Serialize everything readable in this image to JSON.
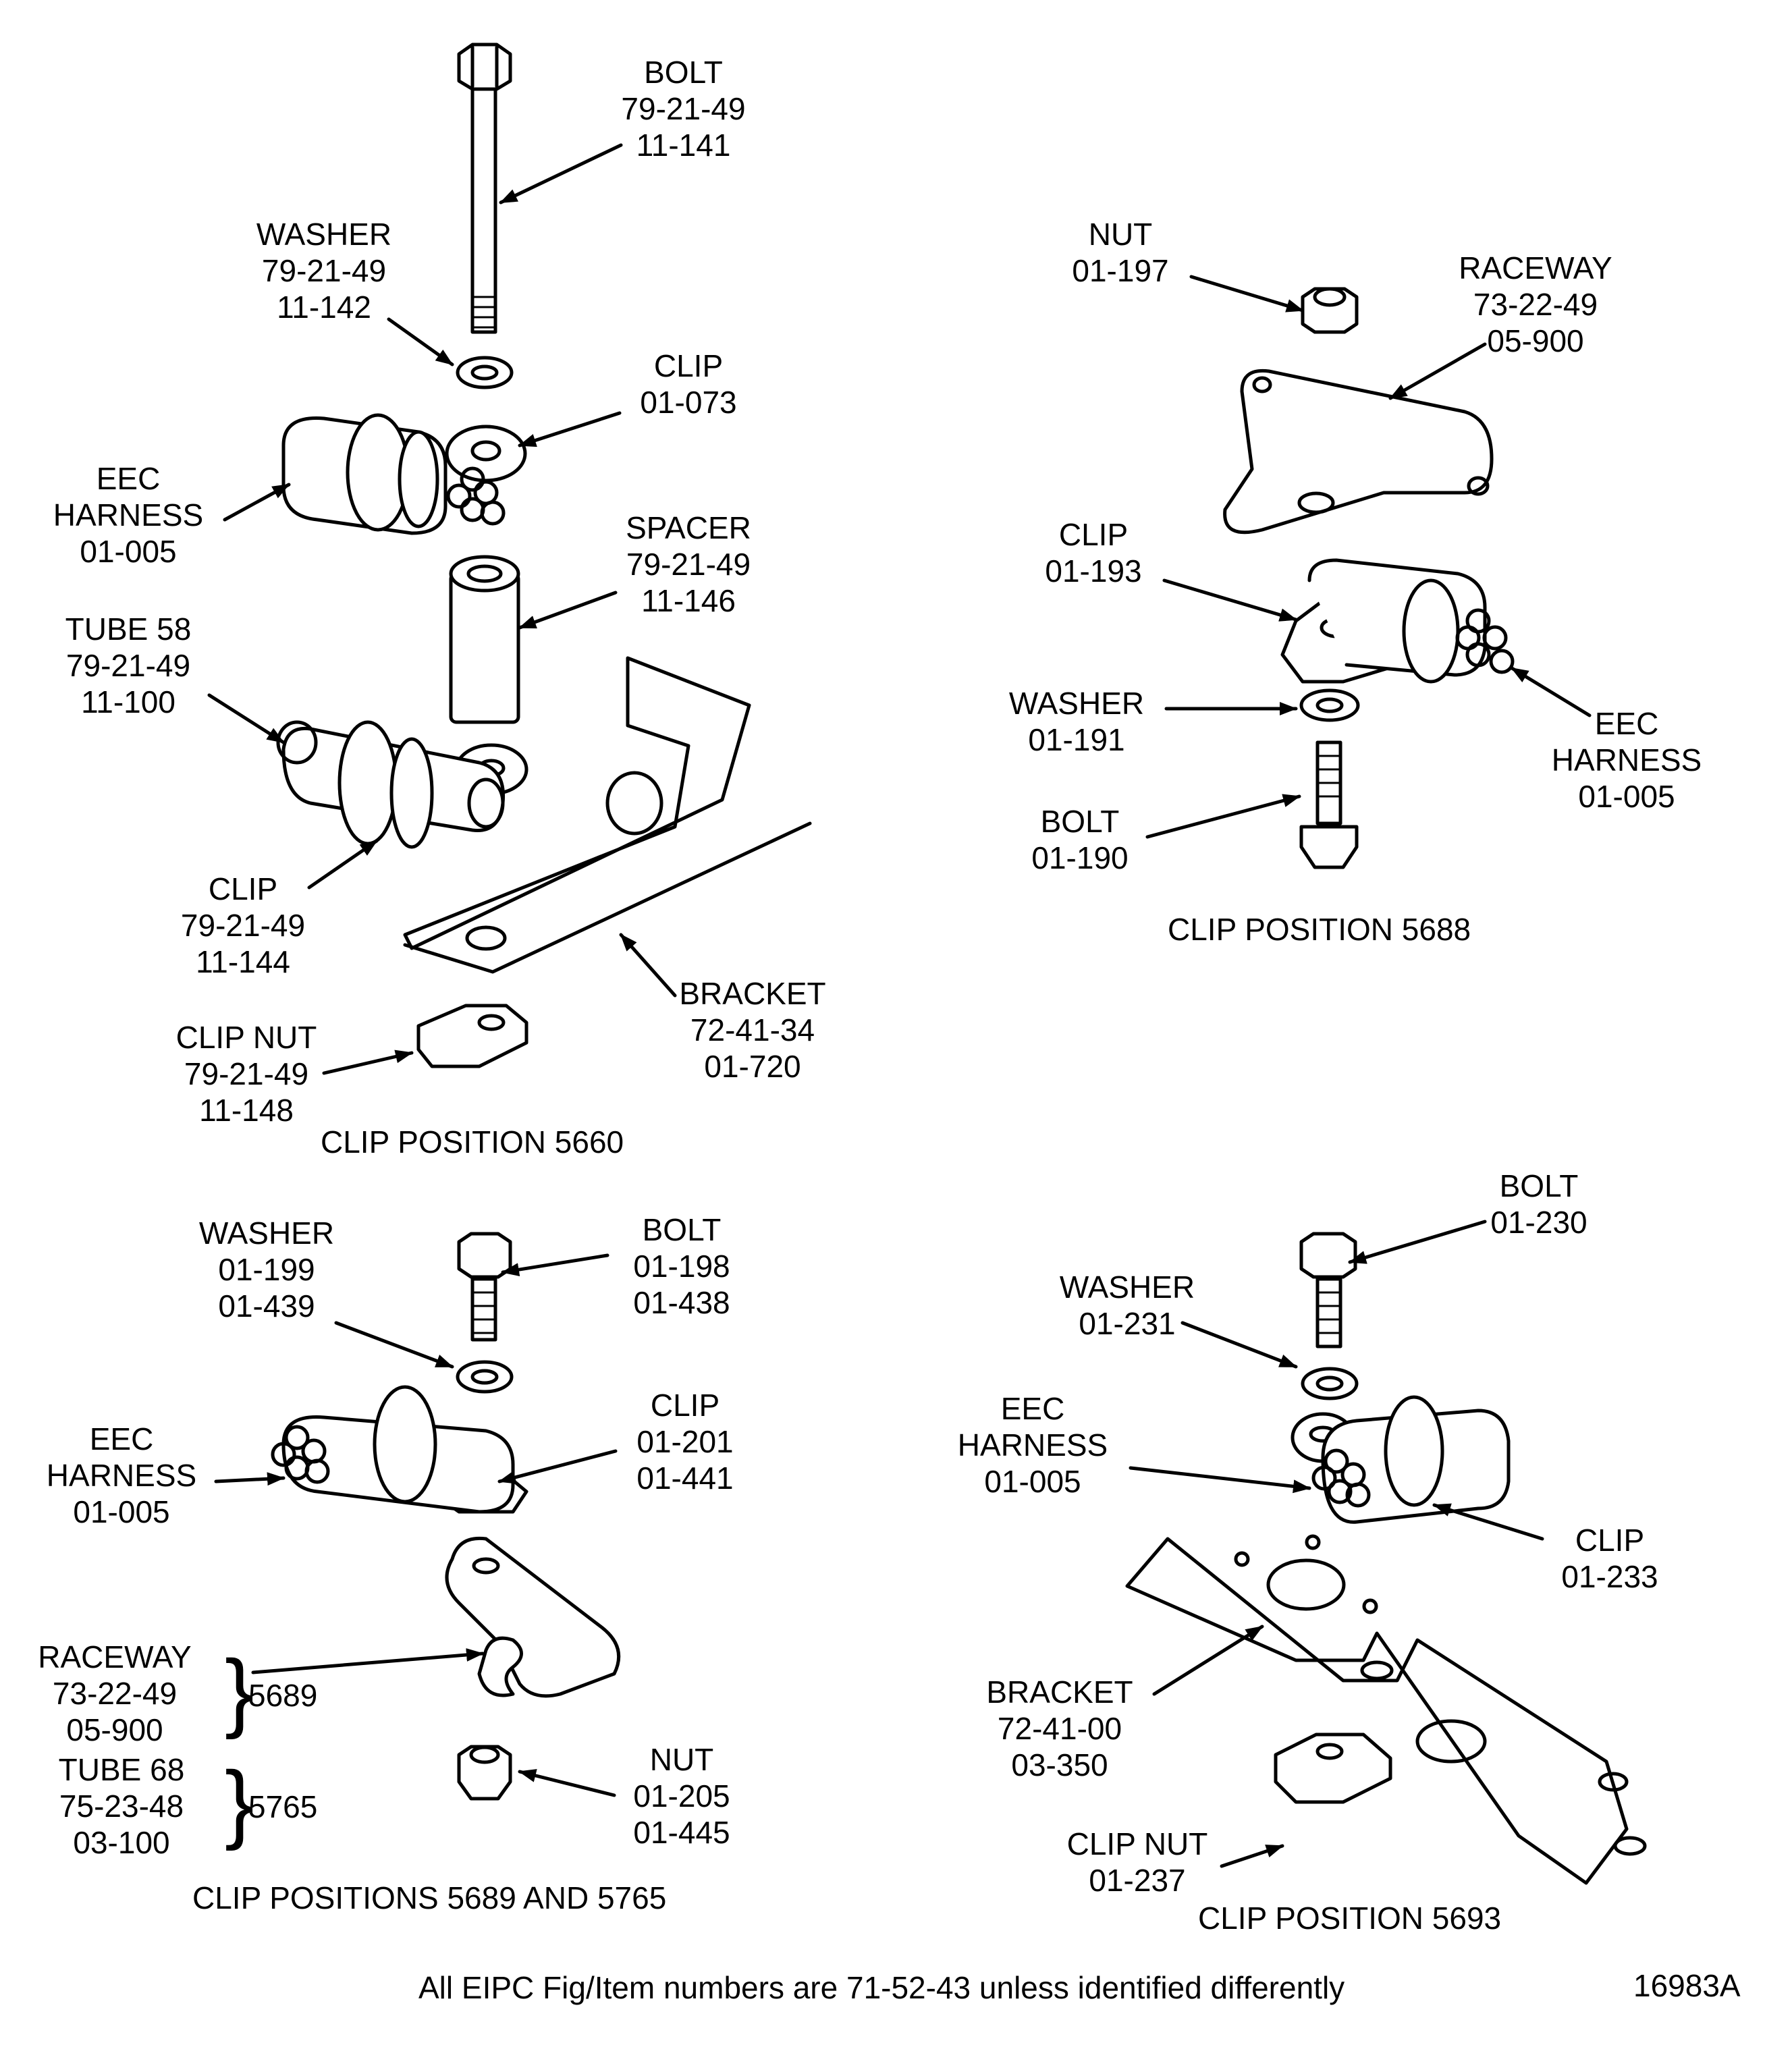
{
  "fig_5660": {
    "bolt": [
      "BOLT",
      "79-21-49",
      "11-141"
    ],
    "washer": [
      "WASHER",
      "79-21-49",
      "11-142"
    ],
    "clip_top": [
      "CLIP",
      "01-073"
    ],
    "harness": [
      "EEC",
      "HARNESS",
      "01-005"
    ],
    "spacer": [
      "SPACER",
      "79-21-49",
      "11-146"
    ],
    "tube": [
      "TUBE 58",
      "79-21-49",
      "11-100"
    ],
    "clip_low": [
      "CLIP",
      "79-21-49",
      "11-144"
    ],
    "bracket": [
      "BRACKET",
      "72-41-34",
      "01-720"
    ],
    "clipnut": [
      "CLIP NUT",
      "79-21-49",
      "11-148"
    ],
    "caption": "CLIP POSITION 5660"
  },
  "fig_5688": {
    "nut": [
      "NUT",
      "01-197"
    ],
    "raceway": [
      "RACEWAY",
      "73-22-49",
      "05-900"
    ],
    "clip": [
      "CLIP",
      "01-193"
    ],
    "washer": [
      "WASHER",
      "01-191"
    ],
    "bolt": [
      "BOLT",
      "01-190"
    ],
    "harness": [
      "EEC",
      "HARNESS",
      "01-005"
    ],
    "caption": "CLIP POSITION 5688"
  },
  "fig_5689": {
    "washer": [
      "WASHER",
      "01-199",
      "01-439"
    ],
    "bolt": [
      "BOLT",
      "01-198",
      "01-438"
    ],
    "clip": [
      "CLIP",
      "01-201",
      "01-441"
    ],
    "harness": [
      "EEC",
      "HARNESS",
      "01-005"
    ],
    "raceway": [
      "RACEWAY",
      "73-22-49",
      "05-900"
    ],
    "raceway_pos": "5689",
    "tube": [
      "TUBE 68",
      "75-23-48",
      "03-100"
    ],
    "tube_pos": "5765",
    "nut": [
      "NUT",
      "01-205",
      "01-445"
    ],
    "caption": "CLIP POSITIONS 5689 AND 5765"
  },
  "fig_5693": {
    "bolt": [
      "BOLT",
      "01-230"
    ],
    "washer": [
      "WASHER",
      "01-231"
    ],
    "harness": [
      "EEC",
      "HARNESS",
      "01-005"
    ],
    "clip": [
      "CLIP",
      "01-233"
    ],
    "bracket": [
      "BRACKET",
      "72-41-00",
      "03-350"
    ],
    "clipnut": [
      "CLIP NUT",
      "01-237"
    ],
    "caption": "CLIP POSITION 5693"
  },
  "footer": {
    "note": "All EIPC Fig/Item numbers are  71-52-43  unless identified differently",
    "figure_id": "16983A"
  }
}
